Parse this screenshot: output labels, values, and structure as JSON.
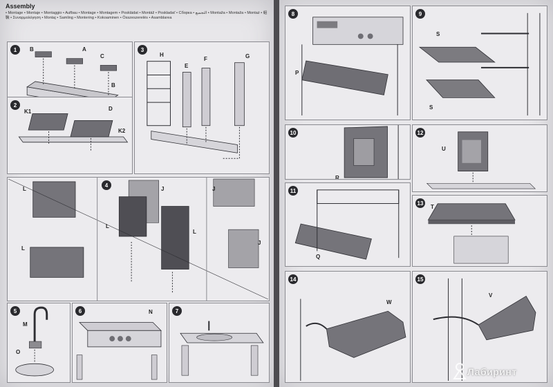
{
  "header": {
    "title": "Assembly",
    "languages": "• Montage • Montaje • Montaggio • Aufbau • Montage • Montagem • Poskládat • Montáž • Poskladať • Сборка • التجميع • Montaža • Montaža • Montaż • 組裝 • Συναρμολόγηση • Montaj • Samling • Montering • Kokoaminen • Összeszerelés • Asamblarea"
  },
  "steps": {
    "s1": {
      "num": "1",
      "labels": {
        "a": "A",
        "b1": "B",
        "b2": "B",
        "c": "C",
        "d": "D"
      }
    },
    "s2": {
      "num": "2",
      "labels": {
        "k1": "K1",
        "k2": "K2"
      }
    },
    "s3": {
      "num": "3",
      "labels": {
        "h": "H",
        "e": "E",
        "f": "F",
        "g": "G"
      }
    },
    "s4": {
      "num": "4",
      "labels": {
        "l1": "L",
        "l2": "L",
        "l3": "L",
        "l4": "L",
        "j1": "J",
        "j2": "J",
        "j3": "J"
      }
    },
    "s5": {
      "num": "5",
      "labels": {
        "m": "M",
        "o": "O"
      }
    },
    "s6": {
      "num": "6",
      "labels": {
        "n": "N"
      }
    },
    "s7": {
      "num": "7"
    },
    "s8": {
      "num": "8",
      "labels": {
        "p": "P"
      }
    },
    "s9": {
      "num": "9",
      "labels": {
        "s1": "S",
        "s2": "S"
      }
    },
    "s10": {
      "num": "10",
      "labels": {
        "r": "R"
      }
    },
    "s11": {
      "num": "11",
      "labels": {
        "q": "Q"
      }
    },
    "s12": {
      "num": "12",
      "labels": {
        "u": "U"
      }
    },
    "s13": {
      "num": "13",
      "labels": {
        "t": "T"
      }
    },
    "s14": {
      "num": "14",
      "labels": {
        "w": "W"
      }
    },
    "s15": {
      "num": "15",
      "labels": {
        "v": "V"
      }
    }
  },
  "watermark": {
    "text": "Лабиринт"
  },
  "colors": {
    "paper": "#e8e7ea",
    "part": "#7c7b80",
    "line": "#2e2e33",
    "badge": "#2a2a2e"
  }
}
